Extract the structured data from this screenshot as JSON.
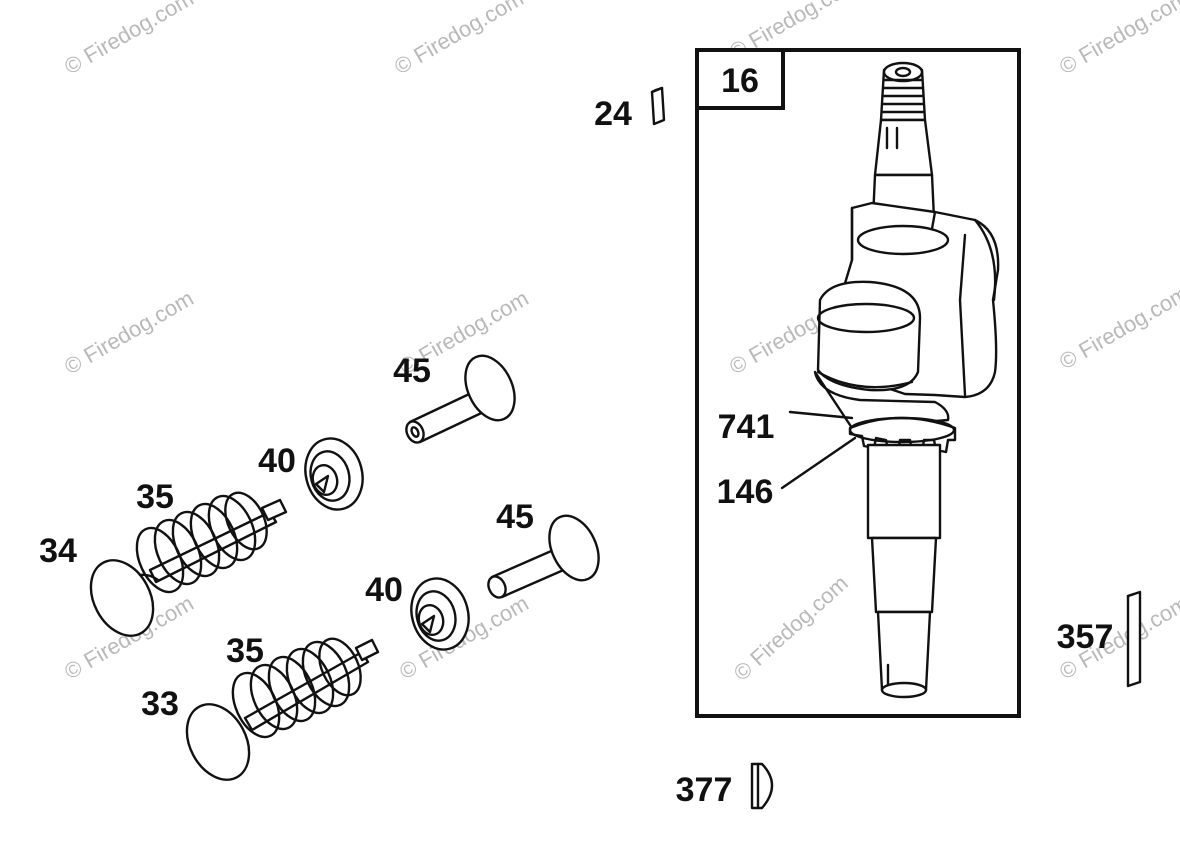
{
  "watermark": "© Firedog.com",
  "callout_box": "16",
  "labels": {
    "pin": "24",
    "guide_upper": "45",
    "guide_lower": "45",
    "retainer_upper": "40",
    "retainer_lower": "40",
    "spring_upper": "35",
    "spring_lower": "35",
    "valve_upper": "34",
    "valve_lower": "33",
    "gear_key": "741",
    "gear": "146",
    "key_bar": "357",
    "woodruff_key": "377"
  },
  "colors": {
    "ink": "#111111",
    "watermark": "#b9b9b9",
    "background": "#ffffff"
  }
}
